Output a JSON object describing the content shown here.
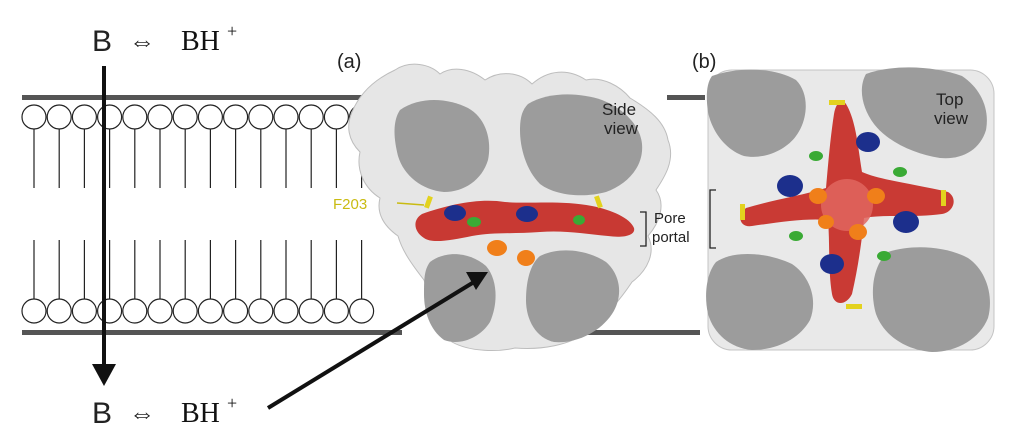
{
  "equation_top": {
    "base": "B",
    "arrow": "⇔",
    "acid": "BH",
    "charge": "+"
  },
  "equation_bottom": {
    "base": "B",
    "arrow": "⇔",
    "acid": "BH",
    "charge": "+"
  },
  "panel_a": {
    "tag": "(a)",
    "view_line1": "Side",
    "view_line2": "view",
    "residue_label": "F203"
  },
  "panel_b": {
    "tag": "(b)",
    "view_line1": "Top",
    "view_line2": "view"
  },
  "pore_portal": {
    "line1": "Pore",
    "line2": "portal"
  },
  "colors": {
    "membrane": "#555555",
    "protein_core": "#9c9c9c",
    "protein_surface": "#e6e6e6",
    "pore_red": "#d8312b",
    "residue_blue": "#1c2f8c",
    "residue_green": "#3aaa35",
    "residue_orange": "#f07f1a",
    "residue_yellow": "#e3d21e"
  }
}
